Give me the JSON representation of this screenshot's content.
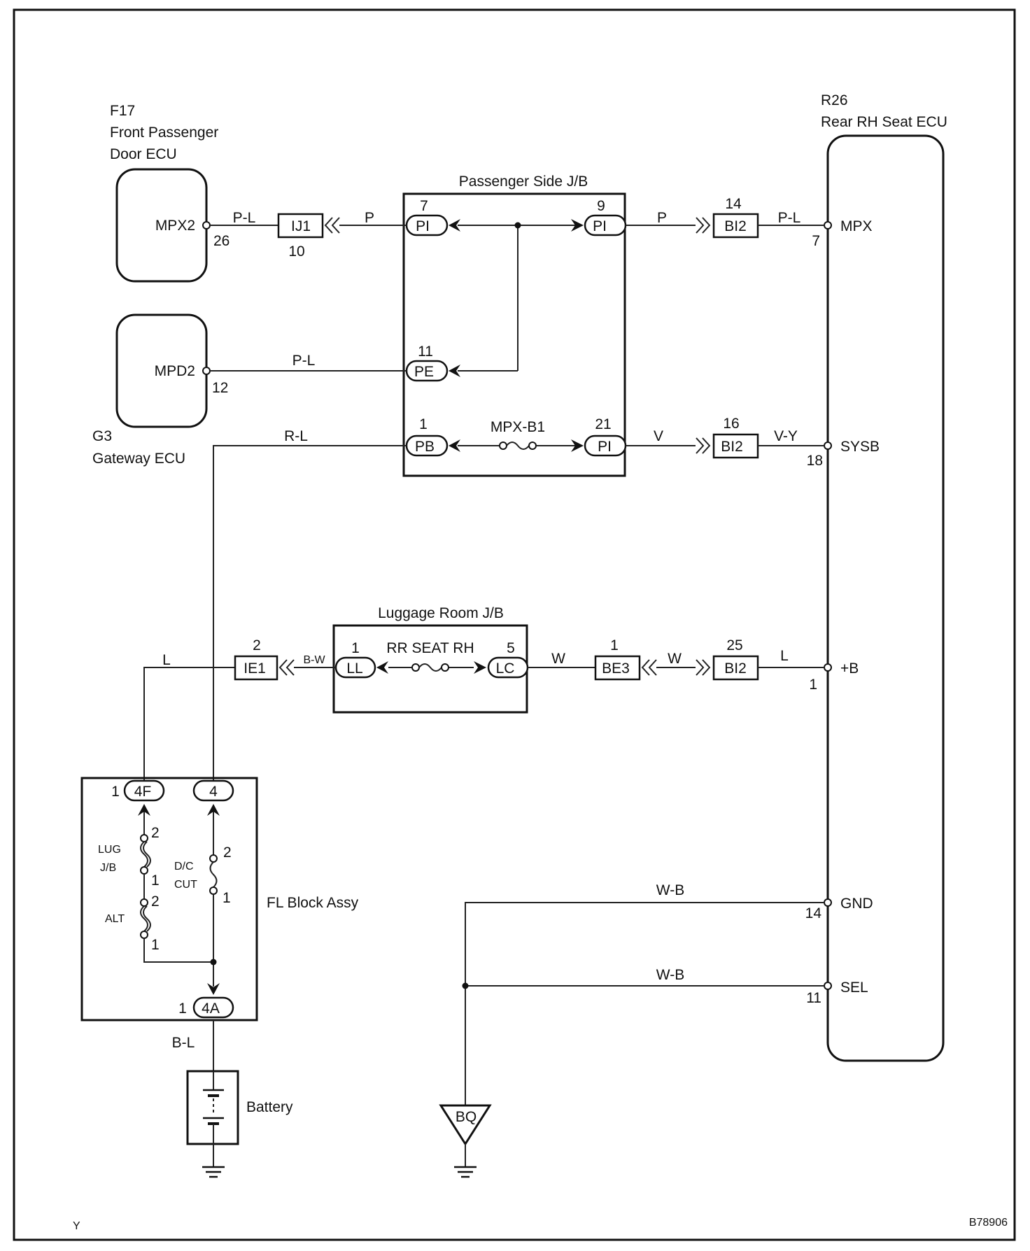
{
  "components": {
    "f17": {
      "code": "F17",
      "name_line1": "Front Passenger",
      "name_line2": "Door ECU",
      "pin_name": "MPX2",
      "pin_no": "26"
    },
    "g3": {
      "code": "G3",
      "name": "Gateway ECU",
      "pin_name": "MPD2",
      "pin_no": "12"
    },
    "r26": {
      "code": "R26",
      "name": "Rear RH Seat ECU",
      "pins": [
        {
          "name": "MPX",
          "no": "7"
        },
        {
          "name": "SYSB",
          "no": "18"
        },
        {
          "name": "+B",
          "no": "1"
        },
        {
          "name": "GND",
          "no": "14"
        },
        {
          "name": "SEL",
          "no": "11"
        }
      ]
    },
    "passenger_jb": {
      "name": "Passenger Side J/B",
      "connectors": [
        {
          "label": "PI",
          "pin": "7"
        },
        {
          "label": "PI",
          "pin": "9"
        },
        {
          "label": "PE",
          "pin": "11"
        },
        {
          "label": "PB",
          "pin": "1"
        },
        {
          "label": "PI",
          "pin": "21"
        }
      ],
      "fuse": "MPX-B1"
    },
    "luggage_jb": {
      "name": "Luggage Room J/B",
      "connectors": [
        {
          "label": "LL",
          "pin": "1"
        },
        {
          "label": "LC",
          "pin": "5"
        }
      ],
      "fuse": "RR SEAT RH"
    },
    "fl_block": {
      "name": "FL Block Assy",
      "connectors": [
        {
          "label": "4F",
          "pin": "1"
        },
        {
          "label": "4",
          "pin": ""
        },
        {
          "label": "4A",
          "pin": "1"
        }
      ],
      "fuses": [
        {
          "label_line1": "LUG",
          "label_line2": "J/B",
          "pin_top": "2",
          "pin_bottom": "1"
        },
        {
          "label_line1": "ALT",
          "label_line2": "",
          "pin_top": "2",
          "pin_bottom": "1"
        },
        {
          "label_line1": "D/C",
          "label_line2": "CUT",
          "pin_top": "2",
          "pin_bottom": "1"
        }
      ]
    },
    "battery": {
      "name": "Battery"
    },
    "ground": {
      "label": "BQ"
    }
  },
  "junctions": [
    {
      "label": "IJ1",
      "pin": "10"
    },
    {
      "label": "BI2",
      "pin": "14"
    },
    {
      "label": "BI2",
      "pin": "16"
    },
    {
      "label": "IE1",
      "pin": "2"
    },
    {
      "label": "BE3",
      "pin": "1"
    },
    {
      "label": "BI2",
      "pin": "25"
    }
  ],
  "wires": {
    "mpx2_ij1": "P-L",
    "ij1_jb": "P",
    "jb_bi2_top": "P",
    "bi2_mpx": "P-L",
    "mpd2_pe": "P-L",
    "gw_pb": "R-L",
    "jb_bi2_mid": "V",
    "bi2_sysb": "V-Y",
    "fl_ie1": "L",
    "ie1_ll": "B-W",
    "lc_be3": "W",
    "be3_bi2": "W",
    "bi2_b": "L",
    "gnd_wire": "W-B",
    "sel_wire": "W-B",
    "batt_wire": "B-L"
  },
  "footer": {
    "corner_left": "Y",
    "figure_id": "B78906"
  }
}
